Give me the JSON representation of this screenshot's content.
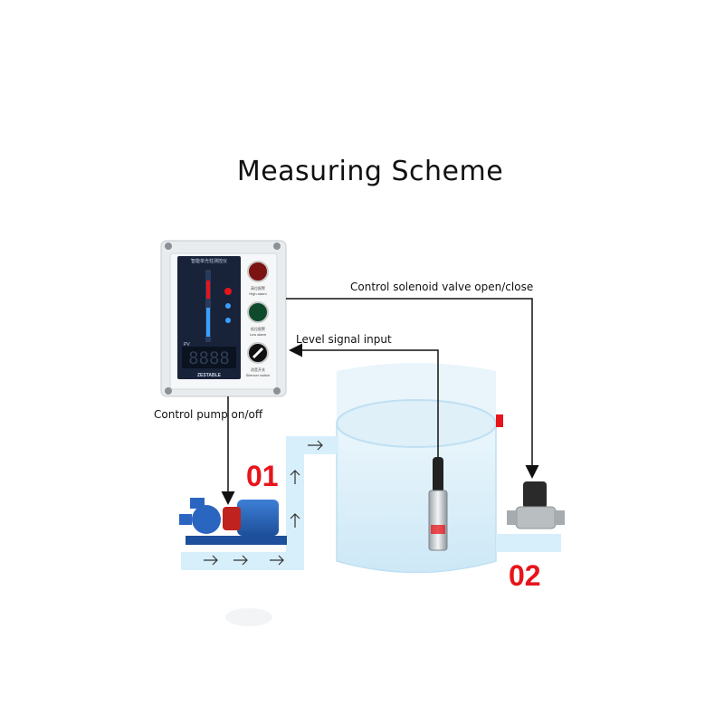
{
  "title": "Measuring Scheme",
  "labels": {
    "solenoid": "Control solenoid valve open/close",
    "level": "Level signal input",
    "pump": "Control pump on/off"
  },
  "markers": {
    "inlet": "01",
    "outlet": "02"
  },
  "controller": {
    "header": "智能单光柱测控仪",
    "high_alarm_cn": "高位报警",
    "high_alarm": "High alarm",
    "low_alarm_cn": "低位报警",
    "low_alarm": "Low alarm",
    "silencer_cn": "消音开关",
    "silencer": "Silencer switch",
    "brand": "ZESTABLE",
    "pv": "PV",
    "display": "8888"
  },
  "colors": {
    "marker": "#e8141b",
    "water": "#cfe9f7",
    "pipe": "#d7effa",
    "arrow": "#111111"
  }
}
